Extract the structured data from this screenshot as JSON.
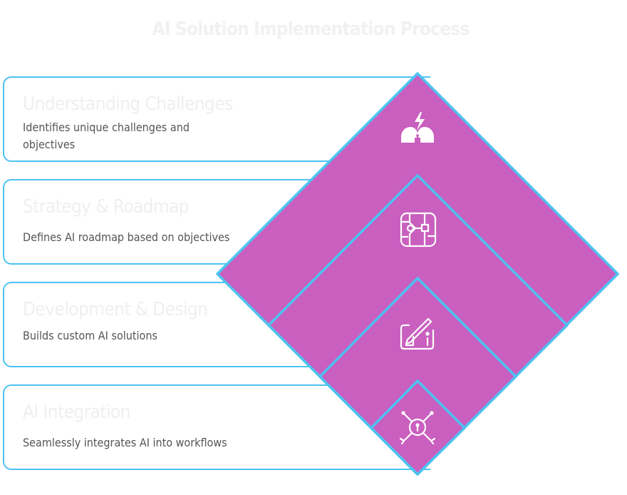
{
  "title": "AI Solution Implementation Process",
  "steps": [
    {
      "title": "Understanding Challenges",
      "description": "Identifies unique challenges and objectives",
      "icon": "brainstorm-heads-icon"
    },
    {
      "title": "Strategy & Roadmap",
      "description": "Defines AI roadmap based on objectives",
      "icon": "flowchart-icon"
    },
    {
      "title": "Development & Design",
      "description": "Builds custom AI solutions",
      "icon": "design-edit-icon"
    },
    {
      "title": "AI Integration",
      "description": "Seamlessly integrates AI into workflows",
      "icon": "integration-keyhole-icon"
    }
  ],
  "colors": {
    "diamond_fill": "#c95fbf",
    "outline": "#4cc3f1",
    "card_border": "#4cc3f1",
    "icon": "#ffffff",
    "description_text": "#555555"
  }
}
